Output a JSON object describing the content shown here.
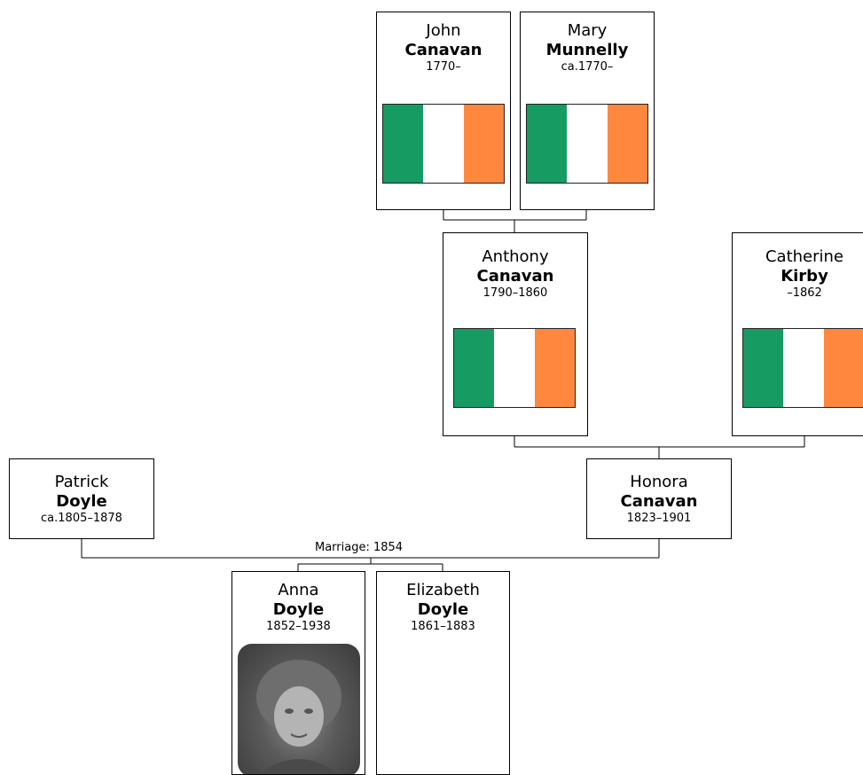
{
  "people": {
    "john": {
      "given": "John",
      "surname": "Canavan",
      "dates": "1770–",
      "image": "irish-flag"
    },
    "mary": {
      "given": "Mary",
      "surname": "Munnelly",
      "dates": "ca.1770–",
      "image": "irish-flag"
    },
    "anthony": {
      "given": "Anthony",
      "surname": "Canavan",
      "dates": "1790–1860",
      "image": "irish-flag"
    },
    "catherine": {
      "given": "Catherine",
      "surname": "Kirby",
      "dates": "–1862",
      "image": "irish-flag"
    },
    "patrick": {
      "given": "Patrick",
      "surname": "Doyle",
      "dates": "ca.1805–1878"
    },
    "honora": {
      "given": "Honora",
      "surname": "Canavan",
      "dates": "1823–1901"
    },
    "anna": {
      "given": "Anna",
      "surname": "Doyle",
      "dates": "1852–1938",
      "image": "portrait-photo"
    },
    "elizabeth": {
      "given": "Elizabeth",
      "surname": "Doyle",
      "dates": "1861–1883"
    }
  },
  "marriage_label": "Marriage: 1854",
  "colors": {
    "flag_green": "#169b62",
    "flag_white": "#ffffff",
    "flag_orange": "#ff883e"
  }
}
